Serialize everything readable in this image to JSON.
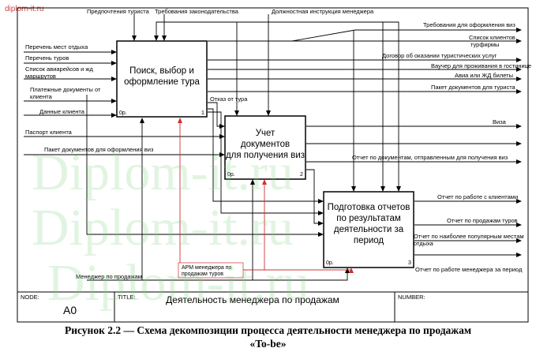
{
  "watermark": {
    "top_text": "diplom-it.ru",
    "big_text": "Diplom-it.ru"
  },
  "boxes": [
    {
      "title": [
        "Поиск, выбор и",
        "оформление тура"
      ],
      "code": "0р.",
      "num": "1"
    },
    {
      "title": [
        "Учет",
        "документов",
        "для получения виз"
      ],
      "code": "0р.",
      "num": "2"
    },
    {
      "title": [
        "Подготовка отчетов",
        "по результатам",
        "деятельности за",
        "период"
      ],
      "code": "0р.",
      "num": "3"
    }
  ],
  "arrows": {
    "left_inputs": [
      "Перечень мест отдыха",
      "Перечень туров",
      "Список авиарейсов и жд",
      "маршрутов",
      "Платежные документы от",
      "клиента",
      "Данные клиента",
      "Паспорт клиента",
      "Пакет документов для оформления виз"
    ],
    "top_controls": [
      "Предпочтения туриста",
      "Требования законодательства",
      "Должностная инструкция менеджера",
      "Требования для оформления виз"
    ],
    "right_outputs": [
      "Список клиентов",
      "турфирмы",
      "Договор об оказании туристических услуг",
      "Ваучер для проживания в гостинице",
      "Авиа или ЖД билеты",
      "Пакет документов для туриста",
      "Виза",
      "Отчет по документам, отправленным для получения виз",
      "Отчет по работе с клиентами",
      "Отчет по продажам туров",
      "Отчет по наиболее популярным местам",
      "отдыха",
      "Отчет по работе менеджера за период"
    ],
    "internal": [
      "Отказ от тура"
    ],
    "mechanisms": [
      "Менеджер по продажам",
      "АРМ менеджера по",
      "продажам туров"
    ]
  },
  "frame": {
    "node_label": "NODE:",
    "node_value": "A0",
    "title_label": "TITLE:",
    "title_value": "Деятельность менеджера по продажам",
    "number_label": "NUMBER:"
  },
  "caption": [
    "Рисунок 2.2 — Схема декомпозиции процесса деятельности менеджера по продажам",
    "«To-be»"
  ],
  "colors": {
    "line": "#000000",
    "mechanism_red": "#d03030",
    "watermark": "#7ccf7c"
  }
}
